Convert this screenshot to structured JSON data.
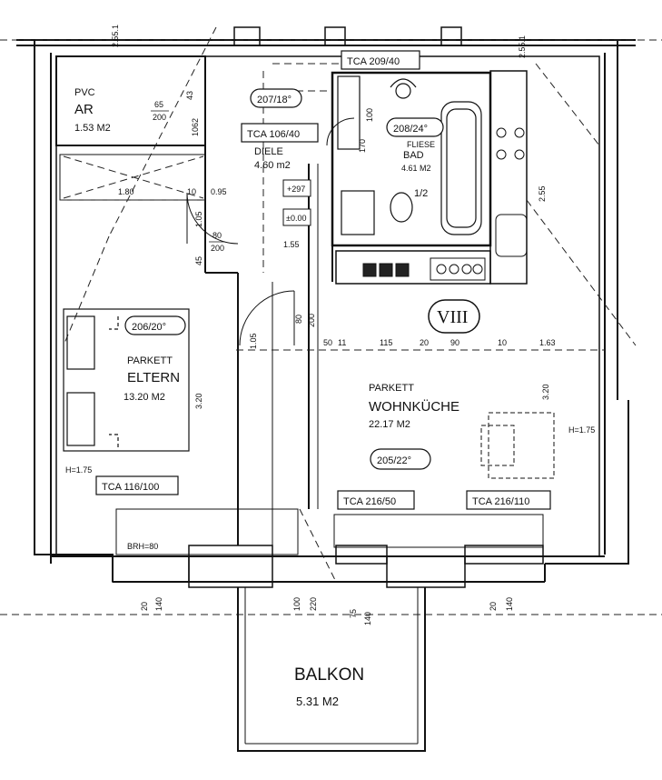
{
  "rooms": {
    "ar": {
      "finish": "PVC",
      "name": "AR",
      "area": "1.53 M2"
    },
    "diele": {
      "name": "DIELE",
      "area": "4.60 m2"
    },
    "bad": {
      "finish": "FLIESE",
      "name": "BAD",
      "area": "4.61 M2"
    },
    "eltern": {
      "finish": "PARKETT",
      "name": "ELTERN",
      "area": "13.20 M2"
    },
    "wohnkueche": {
      "finish": "PARKETT",
      "name": "WOHNKÜCHE",
      "area": "22.17 M2"
    },
    "balkon": {
      "name": "BALKON",
      "area": "5.31 M2"
    }
  },
  "door_tags": {
    "d207": "207/18°",
    "d208": "208/24°",
    "d206": "206/20°",
    "d205": "205/22°"
  },
  "window_tags": {
    "tca209": "TCA 209/40",
    "tca106": "TCA 106/40",
    "tca116": "TCA 116/100",
    "tca216a": "TCA 216/50",
    "tca216b": "TCA 216/110"
  },
  "unit_marker": "VIII",
  "levels": {
    "upper": "+297",
    "zero": "±0.00",
    "stair_rise": "1/2"
  },
  "dimensions": {
    "d2551": "2.55.1",
    "d2551b": "2.55.1",
    "d65_200": [
      "65",
      "200"
    ],
    "d43": "43",
    "d100": "100",
    "d170": "170",
    "d1062": "1062",
    "d180": "1.80",
    "d10": "10",
    "d095": "0.95",
    "d105": "1.05",
    "d80_200": [
      "80",
      "200"
    ],
    "d155": "1.55",
    "d45": "45",
    "d255": "2.55",
    "d320a": "3.20",
    "d320b": "3.20",
    "d80v": "80",
    "d200v": "200",
    "d105b": "1.05",
    "row": [
      "50",
      "11",
      "115",
      "20",
      "90",
      "10",
      "1.63"
    ],
    "h175a": "H=1.75",
    "h175b": "H=1.75",
    "bru": "BRH=80",
    "bottom": [
      "20",
      "140",
      "100",
      "220",
      "75",
      "140",
      "20",
      "140"
    ]
  }
}
